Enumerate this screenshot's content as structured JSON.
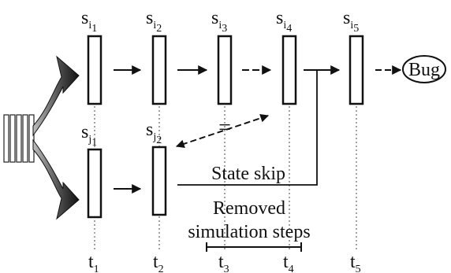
{
  "states_top": [
    {
      "s": "s",
      "sub1": "i",
      "sub2": "1"
    },
    {
      "s": "s",
      "sub1": "i",
      "sub2": "2"
    },
    {
      "s": "s",
      "sub1": "i",
      "sub2": "3"
    },
    {
      "s": "s",
      "sub1": "i",
      "sub2": "4"
    },
    {
      "s": "s",
      "sub1": "i",
      "sub2": "5"
    }
  ],
  "states_bottom": [
    {
      "s": "s",
      "sub1": "j",
      "sub2": "1"
    },
    {
      "s": "s",
      "sub1": "j",
      "sub2": "2"
    }
  ],
  "bug_label": "Bug",
  "state_skip_label": "State skip",
  "removed_line1": "Removed",
  "removed_line2": "simulation steps",
  "equal_sign": "=",
  "times": [
    {
      "t": "t",
      "sub": "1"
    },
    {
      "t": "t",
      "sub": "2"
    },
    {
      "t": "t",
      "sub": "3"
    },
    {
      "t": "t",
      "sub": "4"
    },
    {
      "t": "t",
      "sub": "5"
    }
  ]
}
